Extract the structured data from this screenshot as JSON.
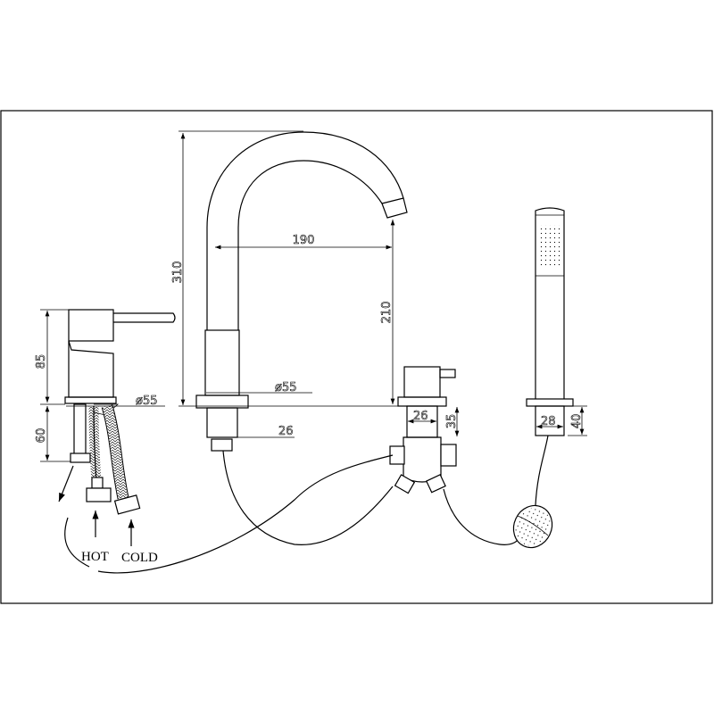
{
  "drawing": {
    "basin_mixer": {
      "height": "85",
      "below_deck": "60",
      "diameter": "ø55"
    },
    "spout": {
      "height": "310",
      "reach": "190",
      "clearance": "210",
      "diameter": "ø55",
      "shank": "26"
    },
    "diverter": {
      "shank": "26",
      "height": "35"
    },
    "handset": {
      "shank": "28",
      "height": "40"
    },
    "labels": {
      "hot": "HOT",
      "cold": "COLD"
    }
  }
}
